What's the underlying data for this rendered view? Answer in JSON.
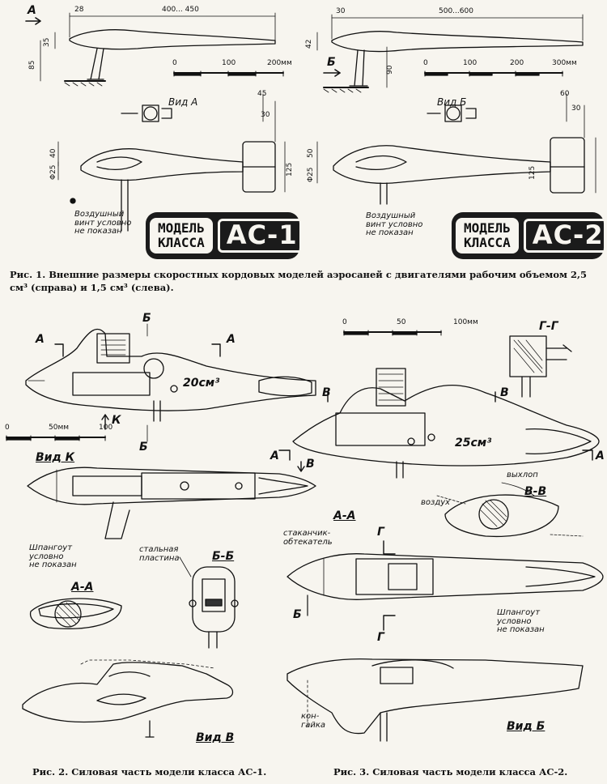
{
  "fig1": {
    "left": {
      "view_letter": "A",
      "dim_nose": "28",
      "dim_length": "400... 450",
      "dim_h_fuse": "35",
      "dim_height": "85",
      "view_label": "Вид А",
      "dim_tail_45": "45",
      "dim_tail_30": "30",
      "dim_40": "40",
      "dim_phi25": "Φ25",
      "dim_125": "125",
      "note": "Воздушный\nвинт условно\nне показан",
      "plate_top": "МОДЕЛЬ",
      "plate_bottom": "КЛАССА",
      "plate_class": "АС-1"
    },
    "right": {
      "dim_nose": "30",
      "dim_length": "500...600",
      "dim_h_fuse": "42",
      "view_letter": "Б",
      "dim_height": "90",
      "view_label": "Вид Б",
      "dim_tail_60": "60",
      "dim_tail_30": "30",
      "dim_50": "50",
      "dim_phi25": "Φ25",
      "dim_125": "125",
      "note": "Воздушный\nвинт условно\nне показан",
      "plate_top": "МОДЕЛЬ",
      "plate_bottom": "КЛАССА",
      "plate_class": "АС-2"
    },
    "scale_left": [
      "0",
      "100",
      "200мм"
    ],
    "scale_right": [
      "0",
      "100",
      "200",
      "300мм"
    ],
    "caption": "Рис. 1. Внешние размеры скоростных кордовых моделей аэросаней с двигателями рабочим объемом 2,5 см³ (справа) и 1,5 см³ (слева)."
  },
  "fig2": {
    "sec_a": "А",
    "sec_b": "Б",
    "engine_vol": "20см³",
    "k_arrow": "К",
    "scale": [
      "0",
      "50мм",
      "100"
    ],
    "vid_k": "Вид К",
    "sec_v": "В",
    "frame_note": "Шпангоут\nусловно\nне показан",
    "plate_note": "стальная\nпластина",
    "sect_bb": "Б-Б",
    "sect_aa": "А-А",
    "vid_v": "Вид В",
    "caption": "Рис. 2. Силовая часть модели класса АС-1."
  },
  "fig3": {
    "scale": [
      "0",
      "50",
      "100мм"
    ],
    "sect_gg": "Г-Г",
    "sec_v": "В",
    "engine_vol": "25см³",
    "sec_a": "А",
    "exhaust": "выхлоп",
    "air": "воздух",
    "sect_vv": "В-В",
    "sect_aa": "А-А",
    "cup_note": "стаканчик-\nобтекатель",
    "sec_g": "Г",
    "sec_b": "Б",
    "frame_note": "Шпангоут\nусловно\nне показан",
    "nut": "кон-\nгайка",
    "vid_b": "Вид Б",
    "caption": "Рис. 3. Силовая часть модели класса АС-2."
  }
}
